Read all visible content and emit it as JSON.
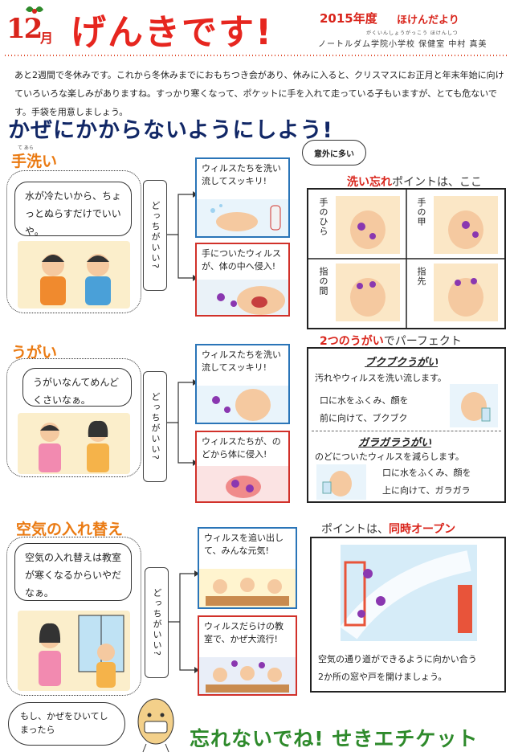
{
  "header": {
    "month_num": "12",
    "month_unit": "月",
    "title": "げんきです!",
    "year": "2015年度",
    "newsletter": "ほけんだより",
    "school_ruby": "がくいんしょうがっこう ほけんしつ",
    "school": "ノートルダム学院小学校 保健室 中村 真美"
  },
  "intro": {
    "text": "あと2週間で冬休みです。これから冬休みまでにおもちつき会があり、休みに入ると、クリスマスにお正月と年末年始に向けていろいろな楽しみがありますね。すっかり寒くなって、ポケットに手を入れて走っている子もいますが、とても危ないです。手袋を用意しましょう。"
  },
  "headline": "かぜにかからないようにしよう!",
  "which_label": "どっちがいい?",
  "handwash": {
    "heading": "手洗い",
    "ruby": "て あら",
    "speech": "水が冷たいから、ちょっとぬらすだけでいいや。",
    "good_card": "ウィルスたちを洗い流してスッキリ!",
    "bad_card": "手についたウィルスが、体の中へ侵入!",
    "callout": "意外に多い",
    "tip_title_red": "洗い忘れ",
    "tip_title_rest": "ポイントは、ここ",
    "labels": [
      "手のひら",
      "手の甲",
      "指の間",
      "指先"
    ]
  },
  "gargle": {
    "heading": "うがい",
    "speech": "うがいなんてめんどくさいなぁ。",
    "good_card": "ウィルスたちを洗い流してスッキリ!",
    "bad_card": "ウィルスたちが、のどから体に侵入!",
    "tip_title_red": "2つのうがい",
    "tip_title_rest": "でパーフェクト",
    "bukubuku_title": "ブクブクうがい",
    "bukubuku_desc": "汚れやウィルスを洗い流します。",
    "bukubuku_how1": "口に水をふくみ、顔を",
    "bukubuku_how2": "前に向けて、ブクブク",
    "garagara_title": "ガラガラうがい",
    "garagara_desc": "のどについたウィルスを減らします。",
    "garagara_how1": "口に水をふくみ、顔を",
    "garagara_how2": "上に向けて、ガラガラ"
  },
  "ventilation": {
    "heading": "空気の入れ替え",
    "speech": "空気の入れ替えは教室が寒くなるからいやだなぁ。",
    "good_card": "ウィルスを追い出して、みんな元気!",
    "bad_card": "ウィルスだらけの教室で、かぜ大流行!",
    "tip_title_rest": "ポイントは、",
    "tip_title_red": "同時オープン",
    "tip_desc1": "空気の通り道ができるように向かい合う",
    "tip_desc2": "2か所の窓や戸を開けましょう。"
  },
  "footer": {
    "bubble": "もし、かぜをひいてしまったら",
    "slogan": "忘れないでね! せきエチケット"
  },
  "colors": {
    "title_red": "#e6261f",
    "headline_navy": "#112766",
    "section_orange": "#ea7a12",
    "card_blue": "#2a75b8",
    "card_red": "#d1312a",
    "slogan_green": "#2e8a2b"
  }
}
